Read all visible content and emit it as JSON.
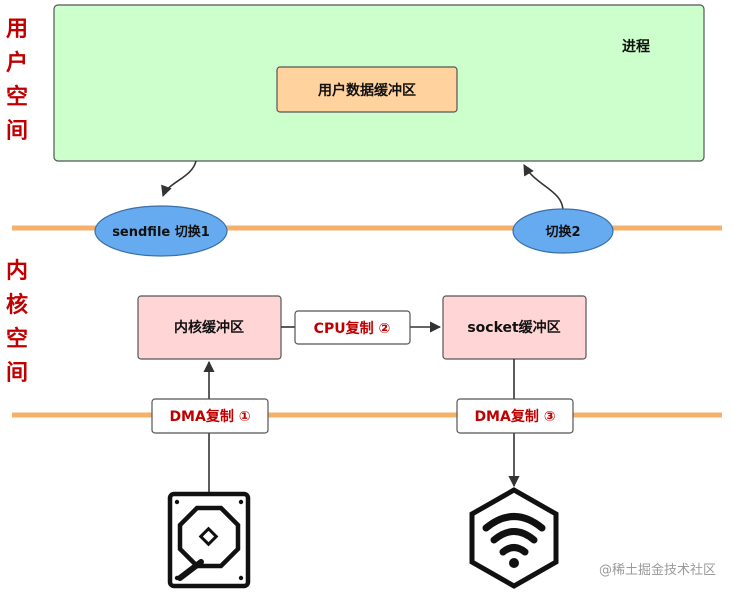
{
  "user_space_label": [
    "用",
    "户",
    "空",
    "间"
  ],
  "kernel_space_label": [
    "内",
    "核",
    "空",
    "间"
  ],
  "process": {
    "title": "进程",
    "user_buffer": "用户数据缓冲区"
  },
  "switches": {
    "first": "sendfile 切换1",
    "second": "切换2"
  },
  "kernel": {
    "kernel_buffer": "内核缓冲区",
    "socket_buffer": "socket缓冲区",
    "cpu_copy": "CPU复制 ②",
    "dma_copy_left": "DMA复制 ①",
    "dma_copy_right": "DMA复制 ③"
  },
  "icons": [
    "hard-disk-icon",
    "wifi-icon"
  ],
  "colors": {
    "process_fill": "#ccffcc",
    "user_buffer_fill": "#ffd29e",
    "kernel_box_fill": "#ffd5d5",
    "ellipse_fill": "#66aaf0",
    "boundary_line": "#f5b06a",
    "label_red": "#c00000"
  },
  "watermark": "@稀土掘金技术社区"
}
